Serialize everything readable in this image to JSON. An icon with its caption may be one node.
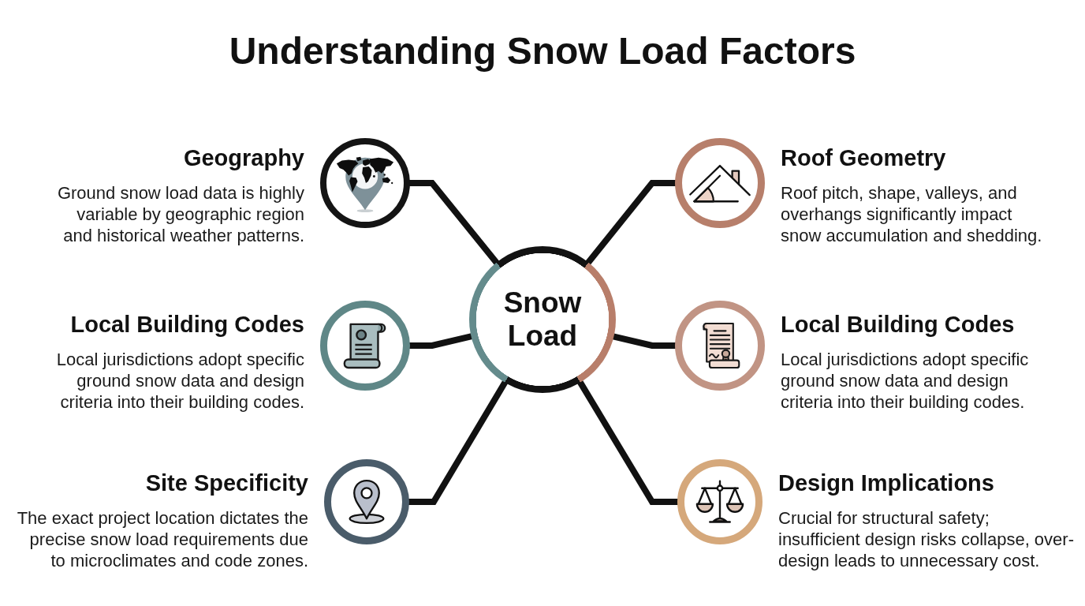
{
  "diagram": {
    "title": "Understanding Snow Load Factors",
    "nodes": [
      {
        "text": [
          "Snow Load"
        ]
      },
      {
        "text": [
          "Geography",
          "Ground snow load data is highly variable by geographic region and historical weather patterns."
        ]
      },
      {
        "text": [
          "Local Building Codes",
          "Local jurisdictions adopt specific ground snow data and design criteria into their building codes."
        ]
      },
      {
        "text": [
          "Site Specificity",
          "The exact project location dictates the precise snow load requirements due to microclimates and code zones."
        ]
      },
      {
        "text": [
          "Roof Geometry",
          "Roof pitch, shape, valleys, and overhangs significantly impact snow accumulation and shedding."
        ]
      },
      {
        "text": [
          "Local Building Codes",
          "Local jurisdictions adopt specific ground snow data and design criteria into their building codes."
        ]
      },
      {
        "text": [
          "Design Implications",
          "Crucial for structural safety; insufficient design risks collapse, over-design leads to unnecessary cost."
        ]
      }
    ],
    "edges": [
      {
        "from": 0,
        "to": 1,
        "arrow": "none"
      },
      {
        "from": 0,
        "to": 2,
        "arrow": "none"
      },
      {
        "from": 0,
        "to": 3,
        "arrow": "none"
      },
      {
        "from": 0,
        "to": 4,
        "arrow": "none"
      },
      {
        "from": 0,
        "to": 5,
        "arrow": "none"
      },
      {
        "from": 0,
        "to": 6,
        "arrow": "none"
      }
    ]
  }
}
